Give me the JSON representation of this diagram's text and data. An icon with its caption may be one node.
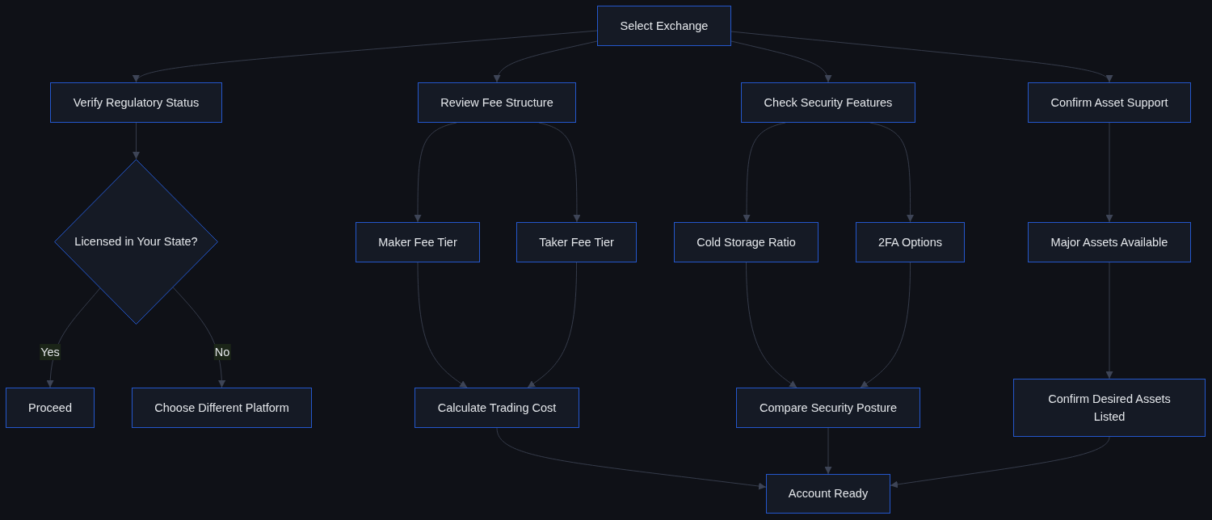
{
  "diagram": {
    "nodes": [
      {
        "text": [
          "Select Exchange"
        ]
      },
      {
        "text": [
          "Verify Regulatory Status"
        ]
      },
      {
        "text": [
          "Review Fee Structure"
        ]
      },
      {
        "text": [
          "Check Security Features"
        ]
      },
      {
        "text": [
          "Confirm Asset Support"
        ]
      },
      {
        "text": [
          "Licensed in Your State?"
        ]
      },
      {
        "text": [
          "Maker Fee Tier"
        ]
      },
      {
        "text": [
          "Taker Fee Tier"
        ]
      },
      {
        "text": [
          "Cold Storage Ratio"
        ]
      },
      {
        "text": [
          "2FA Options"
        ]
      },
      {
        "text": [
          "Major Assets Available"
        ]
      },
      {
        "text": [
          "Proceed"
        ]
      },
      {
        "text": [
          "Choose Different Platform"
        ]
      },
      {
        "text": [
          "Calculate Trading Cost"
        ]
      },
      {
        "text": [
          "Compare Security Posture"
        ]
      },
      {
        "text": [
          "Confirm Desired Assets Listed"
        ]
      },
      {
        "text": [
          "Account Ready"
        ]
      }
    ],
    "edges": [
      {
        "from": 0,
        "to": 1,
        "arrow": "to"
      },
      {
        "from": 0,
        "to": 2,
        "arrow": "to"
      },
      {
        "from": 0,
        "to": 3,
        "arrow": "to"
      },
      {
        "from": 0,
        "to": 4,
        "arrow": "to"
      },
      {
        "from": 1,
        "to": 5,
        "arrow": "to"
      },
      {
        "from": 5,
        "to": 11,
        "label": "Yes",
        "arrow": "to"
      },
      {
        "from": 5,
        "to": 12,
        "label": "No",
        "arrow": "to"
      },
      {
        "from": 2,
        "to": 6,
        "arrow": "to"
      },
      {
        "from": 2,
        "to": 7,
        "arrow": "to"
      },
      {
        "from": 3,
        "to": 8,
        "arrow": "to"
      },
      {
        "from": 3,
        "to": 9,
        "arrow": "to"
      },
      {
        "from": 4,
        "to": 10,
        "arrow": "to"
      },
      {
        "from": 6,
        "to": 13,
        "arrow": "to"
      },
      {
        "from": 7,
        "to": 13,
        "arrow": "to"
      },
      {
        "from": 8,
        "to": 14,
        "arrow": "to"
      },
      {
        "from": 9,
        "to": 14,
        "arrow": "to"
      },
      {
        "from": 10,
        "to": 15,
        "arrow": "to"
      },
      {
        "from": 13,
        "to": 16,
        "arrow": "to"
      },
      {
        "from": 14,
        "to": 16,
        "arrow": "to"
      },
      {
        "from": 15,
        "to": 16,
        "arrow": "to"
      }
    ]
  }
}
